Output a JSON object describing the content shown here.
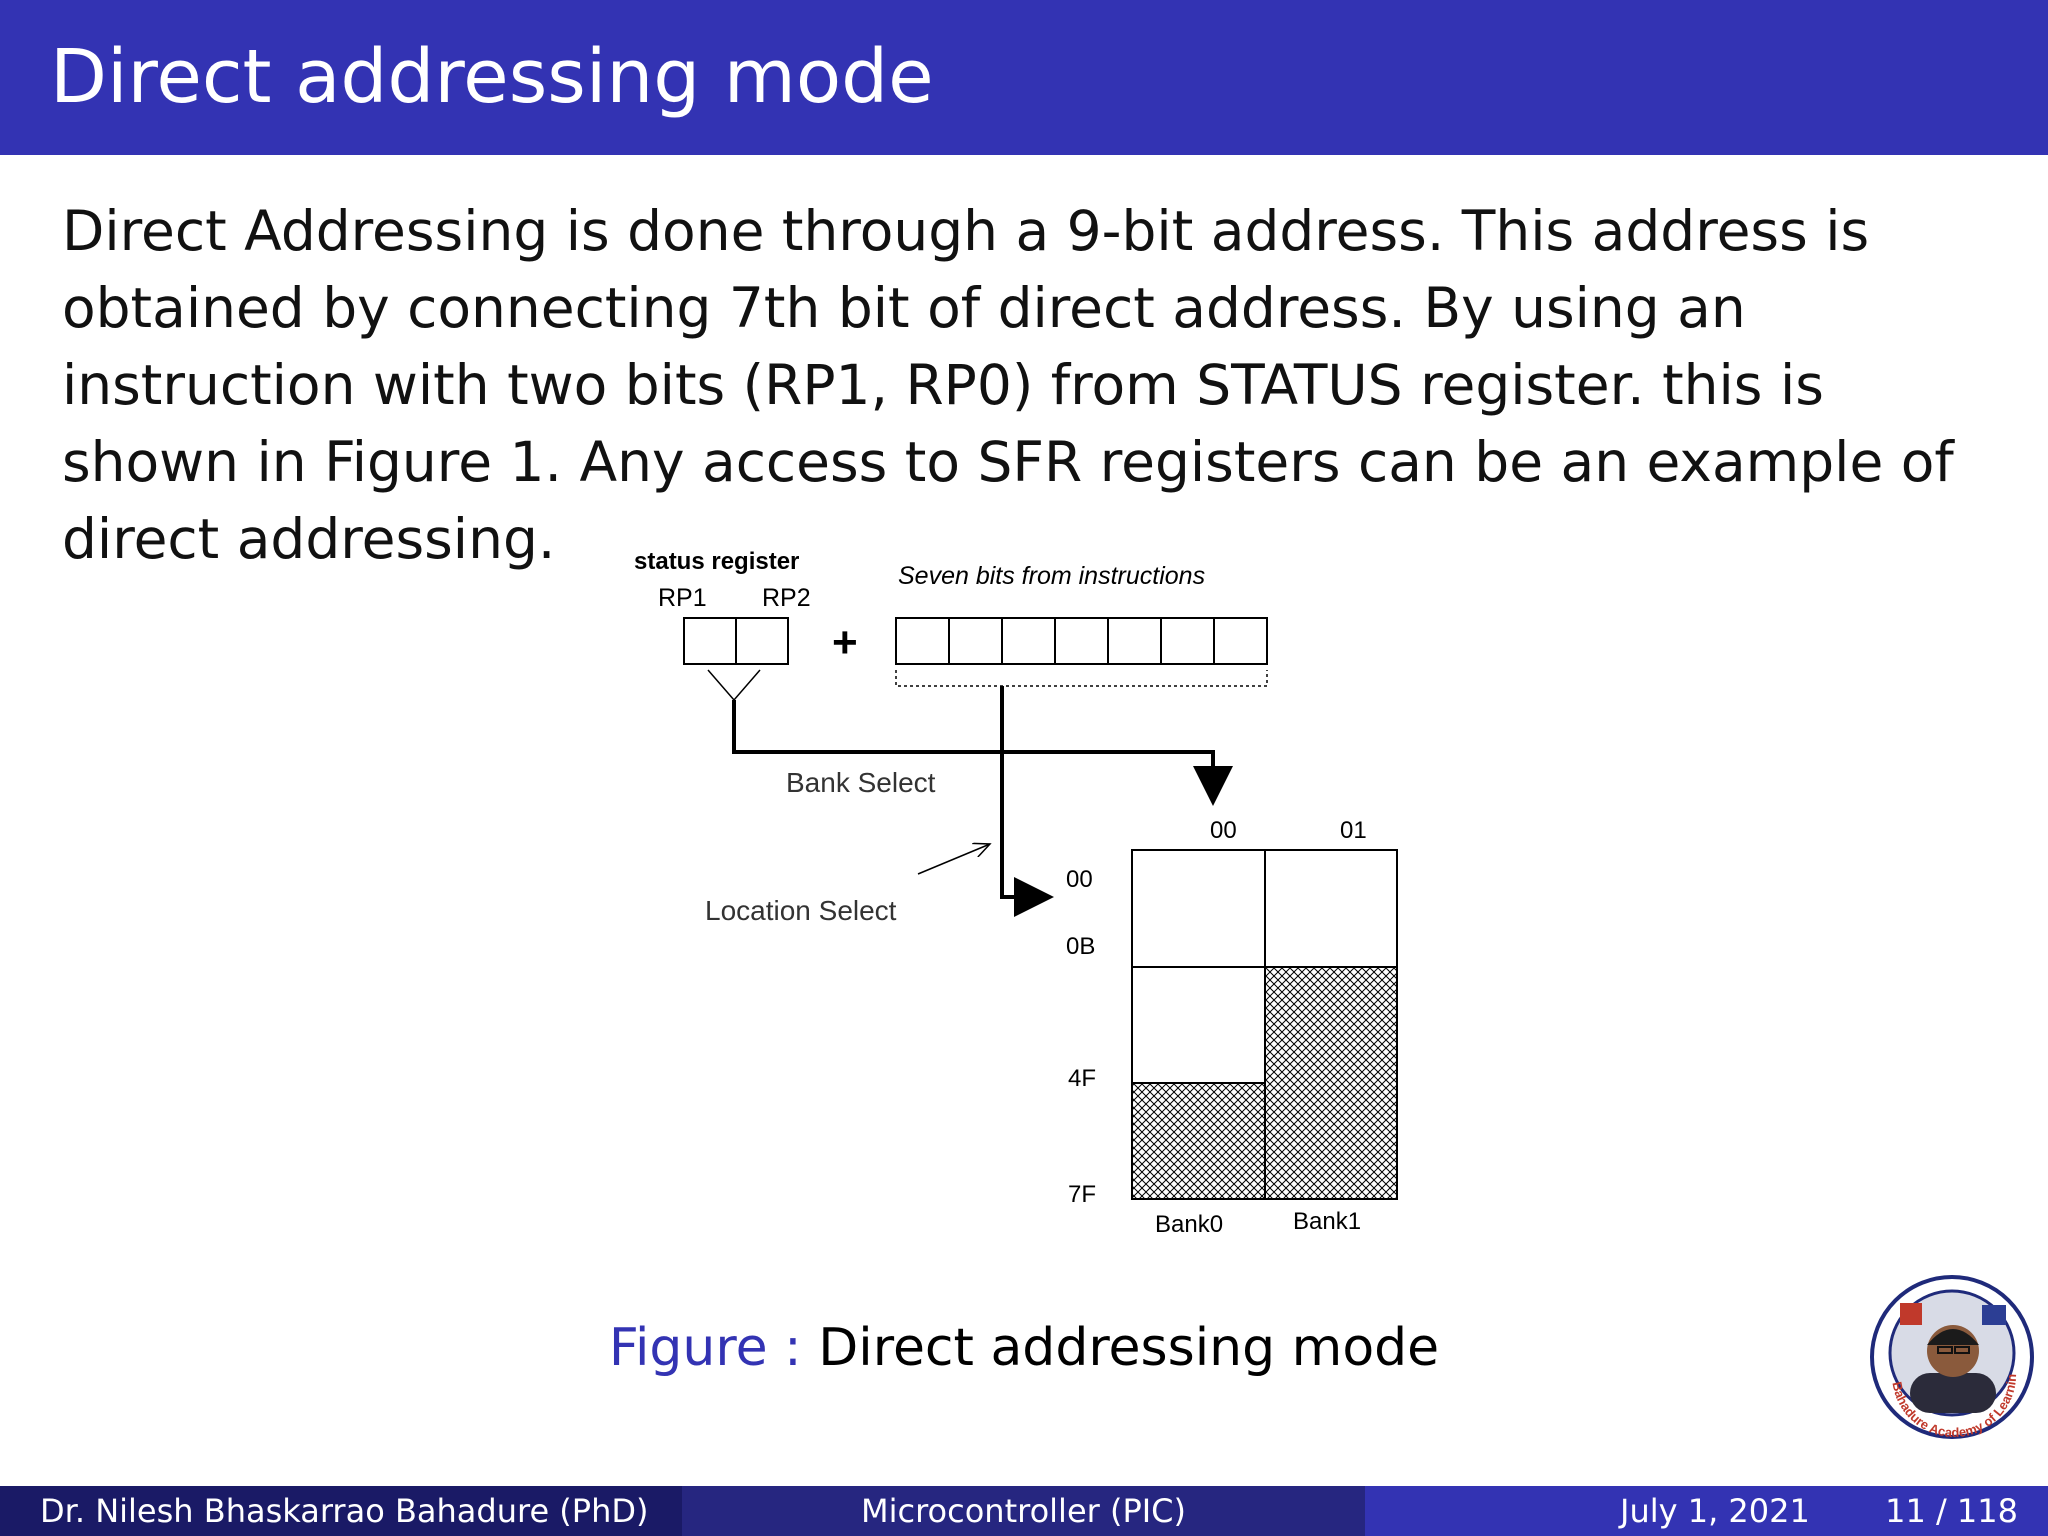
{
  "slide": {
    "title": "Direct addressing mode",
    "body": "Direct Addressing is done through a 9-bit address. This address is obtained by connecting 7th bit of direct address. By using an instruction with two bits (RP1, RP0) from STATUS register. this is shown in Figure 1. Any access to SFR registers can be an example of direct addressing."
  },
  "figure": {
    "status_register_label": "status register",
    "rp1_label": "RP1",
    "rp2_label": "RP2",
    "plus_sign": "+",
    "seven_bits_label": "Seven bits from instructions",
    "bank_select_label": "Bank Select",
    "location_select_label": "Location Select",
    "bank_col_00": "00",
    "bank_col_01": "01",
    "row_00": "00",
    "row_0b": "0B",
    "row_4f": "4F",
    "row_7f": "7F",
    "bank0_label": "Bank0",
    "bank1_label": "Bank1"
  },
  "caption": {
    "label": "Figure",
    "separator": ":",
    "text": "Direct addressing mode"
  },
  "logo": {
    "text": "Bahadure Academy of Learning",
    "icon": "portrait-logo"
  },
  "footer": {
    "author": "Dr. Nilesh Bhaskarrao Bahadure (PhD)",
    "course": "Microcontroller (PIC)",
    "date": "July 1, 2021",
    "page": "11 / 118"
  },
  "colors": {
    "title_bar": "#3333b3",
    "footer_left": "#1a1a66",
    "footer_mid": "#262680",
    "footer_right": "#3333b3"
  }
}
